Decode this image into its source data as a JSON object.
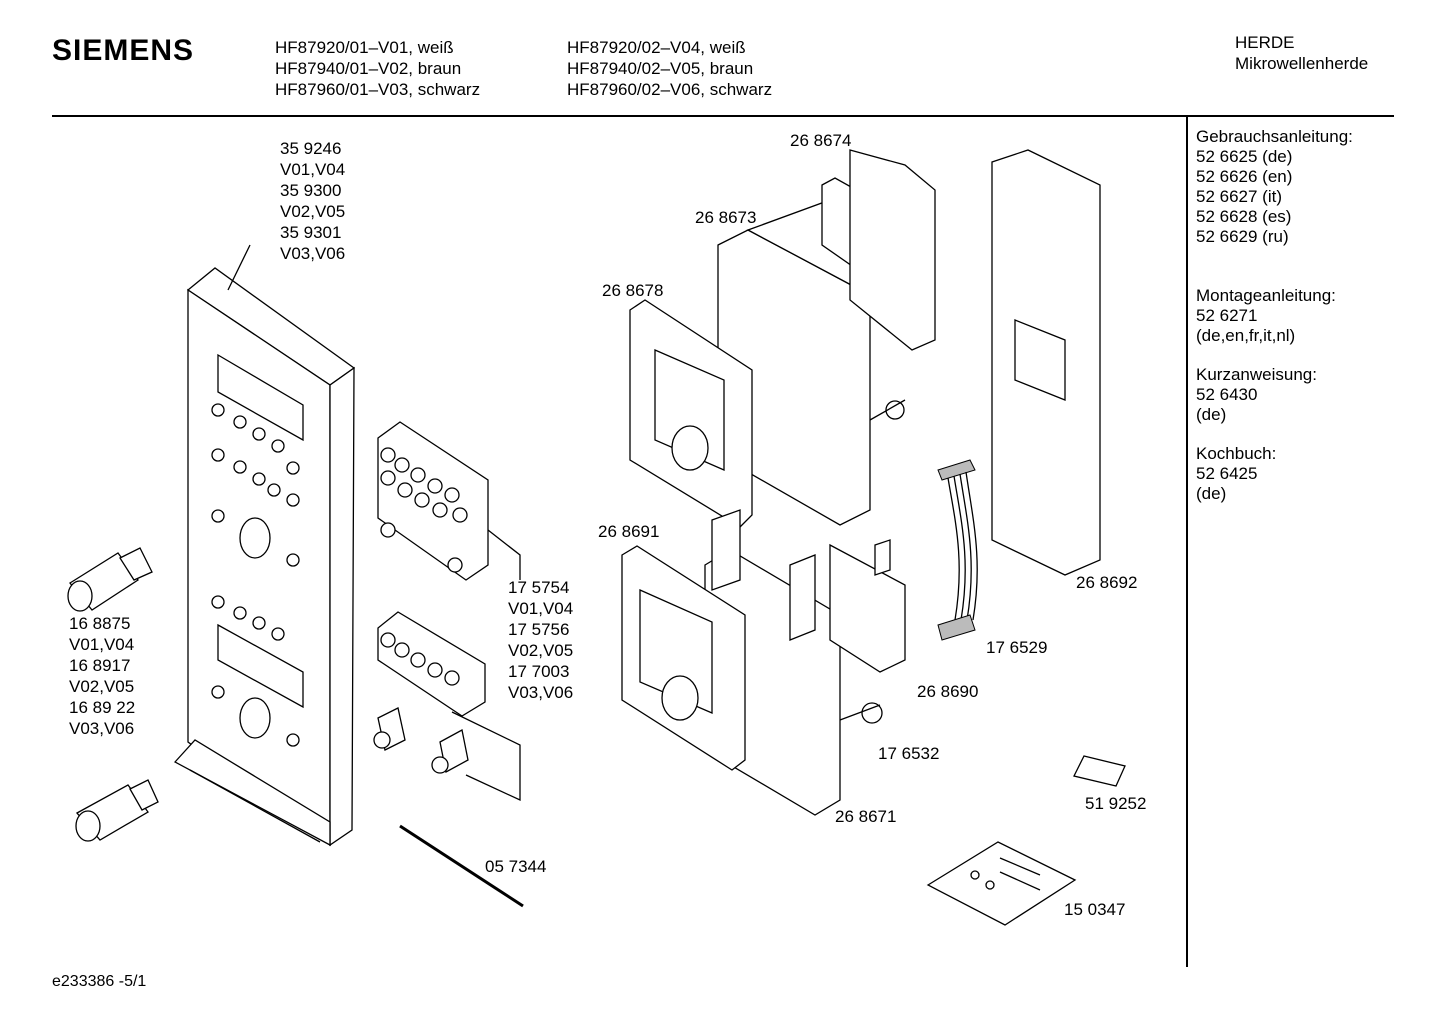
{
  "header": {
    "brand": "SIEMENS",
    "models_left": [
      "HF87920/01–V01, weiß",
      "HF87940/01–V02, braun",
      "HF87960/01–V03, schwarz"
    ],
    "models_right": [
      "HF87920/02–V04, weiß",
      "HF87940/02–V05, braun",
      "HF87960/02–V06, schwarz"
    ],
    "category": [
      "HERDE",
      "Mikrowellenherde"
    ]
  },
  "sidebar": {
    "sections": [
      {
        "title": "Gebrauchsanleitung:",
        "lines": [
          "52 6625 (de)",
          "52 6626 (en)",
          "52 6627 (it)",
          "52 6628 (es)",
          "52 6629 (ru)"
        ]
      },
      {
        "title": "Montageanleitung:",
        "lines": [
          "52 6271",
          "(de,en,fr,it,nl)"
        ]
      },
      {
        "title": "Kurzanweisung:",
        "lines": [
          "52 6430",
          "(de)"
        ]
      },
      {
        "title": "Kochbuch:",
        "lines": [
          "52 6425",
          "(de)"
        ]
      }
    ]
  },
  "parts": {
    "front_panel": [
      "35 9246",
      "V01,V04",
      "35 9300",
      "V02,V05",
      "35 9301",
      "V03,V06"
    ],
    "knobs": [
      "16 8875",
      "V01,V04",
      "16 8917",
      "V02,V05",
      "16 89 22",
      "V03,V06"
    ],
    "button_boards": [
      "17 5754",
      "V01,V04",
      "17 5756",
      "V02,V05",
      "17 7003",
      "V03,V06"
    ],
    "rod": "05 7344",
    "p268674": "26 8674",
    "p268673": "26 8673",
    "p268678": "26 8678",
    "p268691": "26 8691",
    "p268692": "26 8692",
    "p176529": "17 6529",
    "p268690": "26 8690",
    "p176532": "17 6532",
    "p268671": "26 8671",
    "p519252": "51 9252",
    "p150347": "15 0347"
  },
  "footer": "e233386 -5/1"
}
